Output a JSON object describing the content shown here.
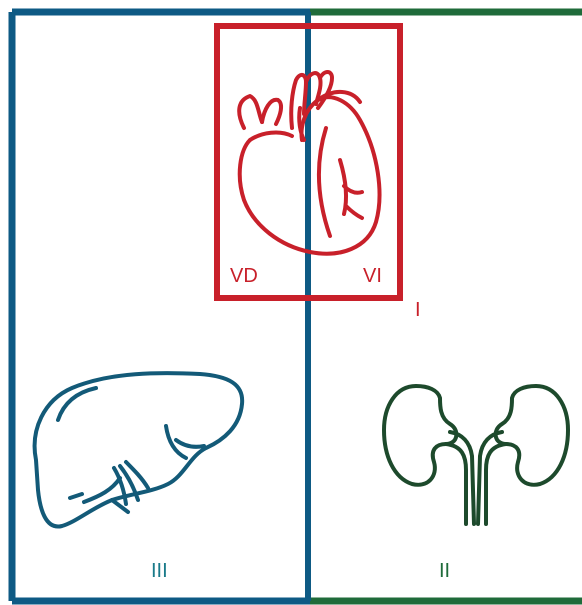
{
  "colors": {
    "blue": "#0e5a84",
    "green": "#1f6b3a",
    "red": "#c8202a",
    "teal_text": "#1a7a8a",
    "liver": "#135a78",
    "kidney": "#1d4a2c"
  },
  "labels": {
    "vd": "VD",
    "vi": "VI",
    "region_i": "I",
    "region_ii": "II",
    "region_iii": "III"
  },
  "icons": {
    "heart": "heart-icon",
    "liver": "liver-icon",
    "kidneys": "kidneys-icon"
  }
}
